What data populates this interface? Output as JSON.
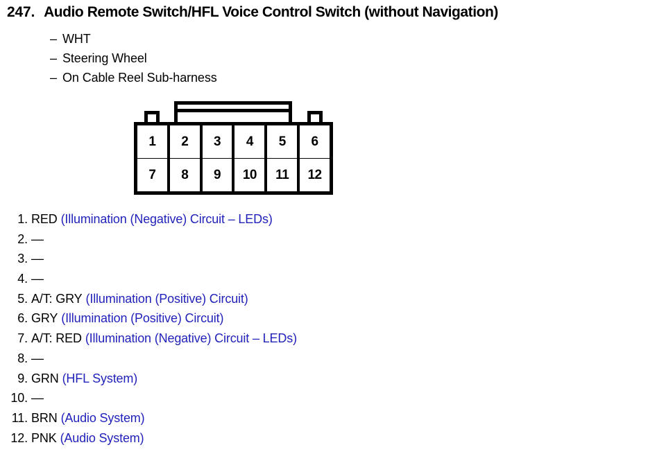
{
  "header": {
    "number": "247.",
    "title": "Audio Remote Switch/HFL Voice Control Switch (without Navigation)"
  },
  "subnotes": [
    {
      "dash": "–",
      "text": "WHT"
    },
    {
      "dash": "–",
      "text": "Steering Wheel"
    },
    {
      "dash": "–",
      "text": "On Cable Reel Sub-harness"
    }
  ],
  "connector": {
    "type": "12-pin-connector",
    "rows": [
      [
        "1",
        "2",
        "3",
        "4",
        "5",
        "6"
      ],
      [
        "7",
        "8",
        "9",
        "10",
        "11",
        "12"
      ]
    ]
  },
  "pins": [
    {
      "index": "1.",
      "wire": "RED",
      "desc": "(Illumination (Negative) Circuit – LEDs)"
    },
    {
      "index": "2.",
      "wire": "—",
      "desc": ""
    },
    {
      "index": "3.",
      "wire": "—",
      "desc": ""
    },
    {
      "index": "4.",
      "wire": "—",
      "desc": ""
    },
    {
      "index": "5.",
      "wire": "A/T: GRY",
      "desc": "(Illumination (Positive) Circuit)"
    },
    {
      "index": "6.",
      "wire": "GRY",
      "desc": "(Illumination (Positive) Circuit)"
    },
    {
      "index": "7.",
      "wire": "A/T: RED",
      "desc": "(Illumination (Negative) Circuit – LEDs)"
    },
    {
      "index": "8.",
      "wire": "—",
      "desc": ""
    },
    {
      "index": "9.",
      "wire": "GRN",
      "desc": "(HFL System)"
    },
    {
      "index": "10.",
      "wire": "—",
      "desc": ""
    },
    {
      "index": "11.",
      "wire": "BRN",
      "desc": "(Audio System)"
    },
    {
      "index": "12.",
      "wire": "PNK",
      "desc": "(Audio System)"
    }
  ],
  "colors": {
    "text": "#000000",
    "description": "#2222bb",
    "background": "#ffffff"
  }
}
